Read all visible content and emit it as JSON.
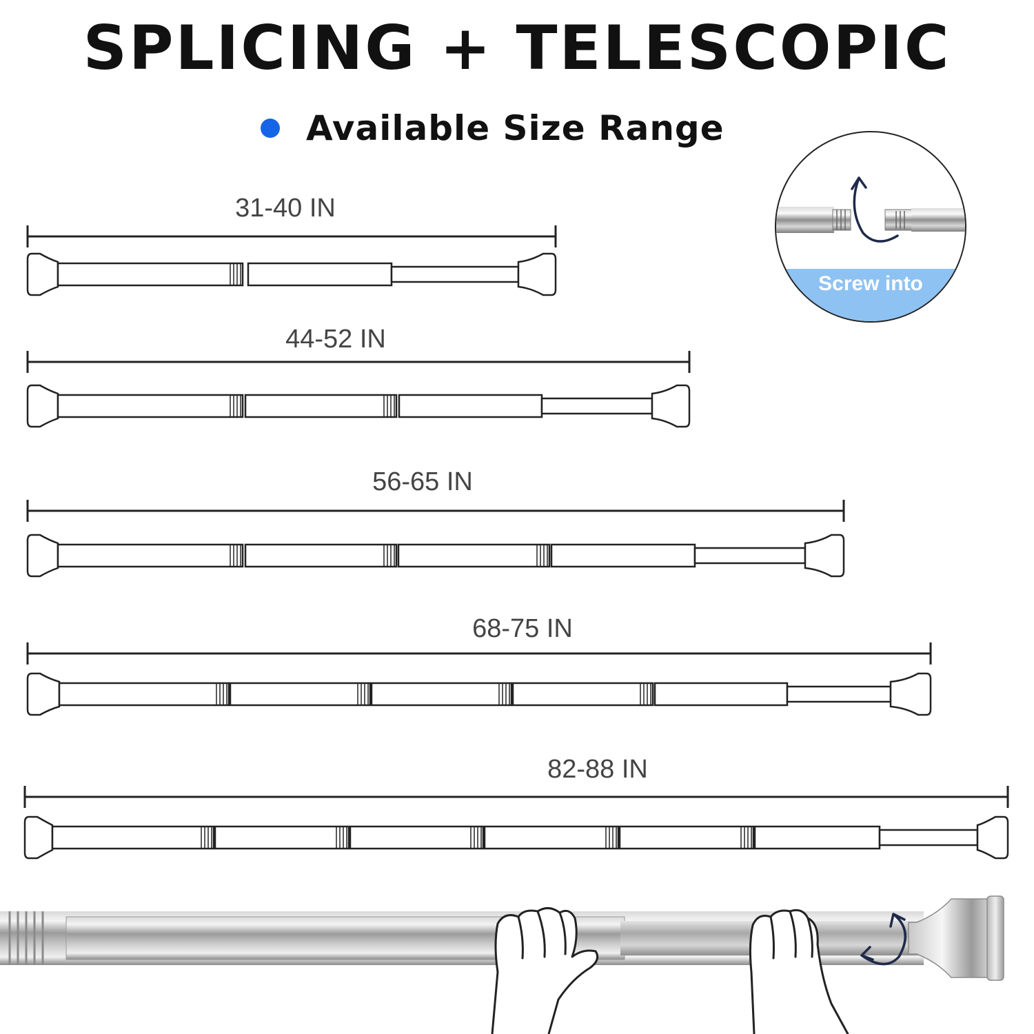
{
  "headline": "SPLICING + TELESCOPIC",
  "subheading": "Available Size Range",
  "accent_color": "#1565e6",
  "sizes": [
    {
      "label": "31-40 IN"
    },
    {
      "label": "44-52 IN"
    },
    {
      "label": "56-65 IN"
    },
    {
      "label": "68-75 IN"
    },
    {
      "label": "82-88 IN"
    }
  ],
  "inset": {
    "caption": "Screw into",
    "caption_band_color": "#8ec2f2",
    "icon": "rotate-arrow-icon"
  },
  "hero": {
    "icons": [
      "hand-icon",
      "hand-icon",
      "rotate-arrow-icon"
    ]
  }
}
